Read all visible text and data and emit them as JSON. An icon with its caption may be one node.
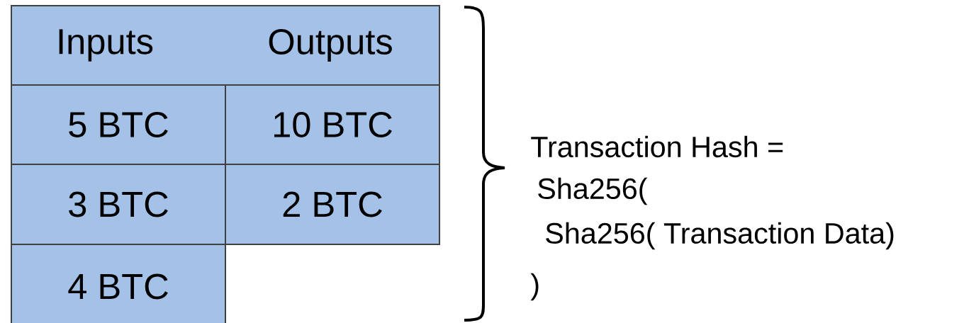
{
  "diagram": {
    "labels": [
      "Inputs",
      "Outputs",
      "5 BTC",
      "10 BTC",
      "3 BTC",
      "2 BTC",
      "4 BTC",
      "Transaction Hash =",
      "Sha256(",
      "Sha256( Transaction Data)",
      ")"
    ]
  }
}
